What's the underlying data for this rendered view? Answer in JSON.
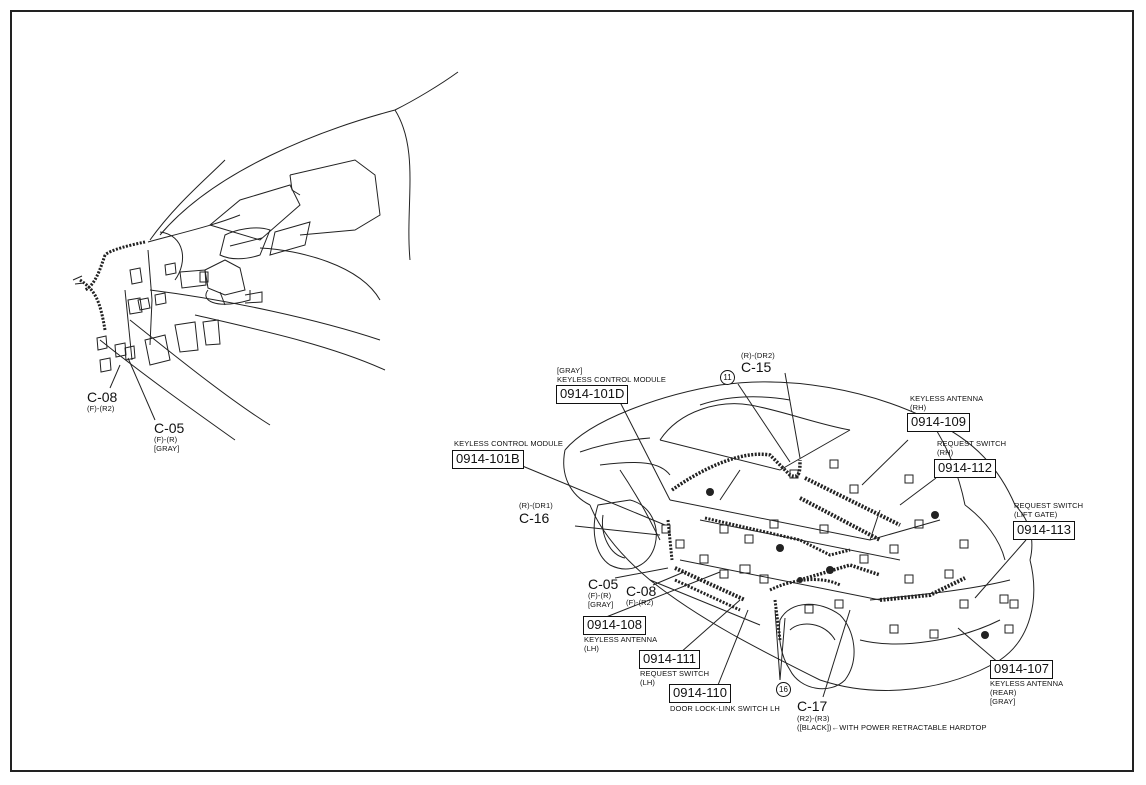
{
  "left_view": {
    "c08": {
      "code": "C-08",
      "pos": "(F)-(R2)"
    },
    "c05": {
      "code": "C-05",
      "pos": "(F)-(R)",
      "color": "[GRAY]"
    }
  },
  "right_view": {
    "kcm_gray": {
      "color": "[GRAY]",
      "name": "KEYLESS CONTROL MODULE",
      "ref": "0914-101D"
    },
    "c15": {
      "pos": "(R)-(DR2)",
      "code": "C-15"
    },
    "marker11": "11",
    "ka_rh": {
      "name": "KEYLESS ANTENNA",
      "side": "(RH)",
      "ref": "0914-109"
    },
    "rs_rh": {
      "name": "REQUEST SWITCH",
      "side": "(RH)",
      "ref": "0914-112"
    },
    "kcm": {
      "name": "KEYLESS CONTROL MODULE",
      "ref": "0914-101B"
    },
    "rs_lift": {
      "name": "REQUEST SWITCH",
      "side": "(LIFT GATE)",
      "ref": "0914-113"
    },
    "c16": {
      "pos": "(R)-(DR1)",
      "code": "C-16"
    },
    "c05": {
      "code": "C-05",
      "pos": "(F)-(R)",
      "color": "[GRAY]"
    },
    "c08": {
      "code": "C-08",
      "pos": "(F)-(R2)"
    },
    "ka_lh": {
      "ref": "0914-108",
      "name": "KEYLESS ANTENNA",
      "side": "(LH)"
    },
    "rs_lh": {
      "ref": "0914-111",
      "name": "REQUEST SWITCH",
      "side": "(LH)"
    },
    "dl_lh": {
      "ref": "0914-110",
      "name": "DOOR LOCK-LINK SWITCH LH"
    },
    "marker16": "16",
    "c17": {
      "code": "C-17",
      "pos": "(R2)-(R3)",
      "note": "([BLACK])←WITH POWER RETRACTABLE HARDTOP"
    },
    "ka_rear": {
      "ref": "0914-107",
      "name": "KEYLESS ANTENNA",
      "side": "(REAR)",
      "color": "[GRAY]"
    }
  }
}
